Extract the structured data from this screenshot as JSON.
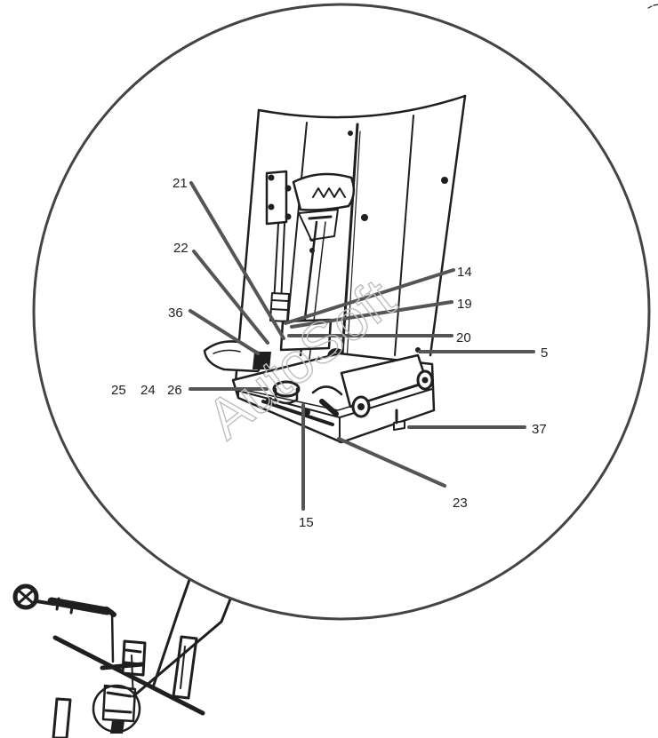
{
  "diagram": {
    "watermark": "AutoSoft",
    "callouts": {
      "c21": "21",
      "c22": "22",
      "c36": "36",
      "c25": "25",
      "c24": "24",
      "c26": "26",
      "c14": "14",
      "c19": "19",
      "c20": "20",
      "c5": "5",
      "c37": "37",
      "c23": "23",
      "c15": "15"
    }
  }
}
